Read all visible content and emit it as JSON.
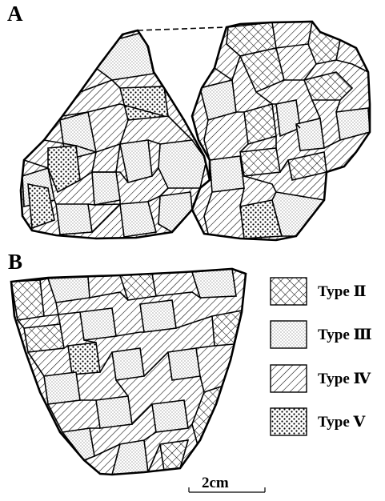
{
  "panels": {
    "a_label": "A",
    "b_label": "B"
  },
  "legend": [
    {
      "label": "Type Ⅱ",
      "pattern": "crosshatch"
    },
    {
      "label": "Type Ⅲ",
      "pattern": "fine-dots"
    },
    {
      "label": "Type Ⅳ",
      "pattern": "diagonal-lines"
    },
    {
      "label": "Type Ⅴ",
      "pattern": "coarse-dots"
    }
  ],
  "scale_bar": {
    "label": "2cm"
  }
}
